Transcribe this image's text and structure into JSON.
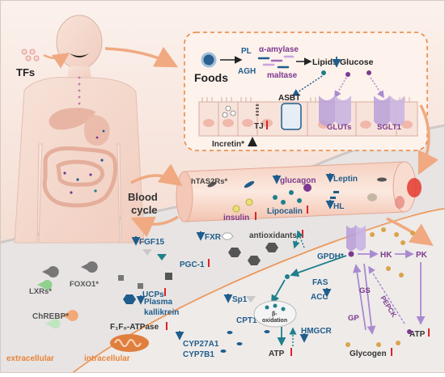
{
  "colors": {
    "blue": "#1f5d8c",
    "red": "#d9252a",
    "purple": "#7b3a8f",
    "lavender": "#b9a0d8",
    "orange": "#e8843a",
    "teal": "#1f7f8c"
  },
  "labels": {
    "tfs": "TFs",
    "foods": "Foods",
    "pl": "PL",
    "alpha_amylase": "α-amylase",
    "agh": "AGH",
    "maltase": "maltase",
    "lipids": "Lipids",
    "glucose": "Glucose",
    "asbt": "ASBT",
    "gluts": "GLUTs",
    "sglt1": "SGLT1",
    "tj": "TJ",
    "incretin": "Incretin*",
    "htas2rs": "hTAS2Rs*",
    "glucagon": "glucagon",
    "leptin": "Leptin",
    "insulin": "insulin",
    "lipocalin": "Lipocalin",
    "hl": "HL",
    "blood_cycle_1": "Blood",
    "blood_cycle_2": "cycle",
    "fgf15": "FGF15",
    "fxr": "FXR",
    "antioxidants": "antioxidants",
    "pgc1": "PGC-1",
    "ucps": "UCPs",
    "lxrs": "LXRs*",
    "foxo1": "FOXO1*",
    "chrebp": "ChREBP*",
    "plasma_kallikrein_1": "Plasma",
    "plasma_kallikrein_2": "kallikrein",
    "sp1": "Sp1",
    "f1f0": "F₁F₀-ATPase",
    "cyp27a1": "CYP27A1",
    "cyp7b1": "CYP7B1",
    "gpdh": "GPDH*",
    "fas": "FAS",
    "acc": "ACC",
    "cpt1": "CPT1",
    "beta_ox_1": "β-",
    "beta_ox_2": "oxidation",
    "hmgcr": "HMGCR",
    "atp_left": "ATP",
    "hk": "HK",
    "pk": "PK",
    "gs": "GS",
    "gp": "GP",
    "pepck": "PEPCK",
    "glycogen": "Glycogen",
    "atp_right": "ATP",
    "extracellular": "extracellular",
    "intracellular": "intracellular"
  }
}
